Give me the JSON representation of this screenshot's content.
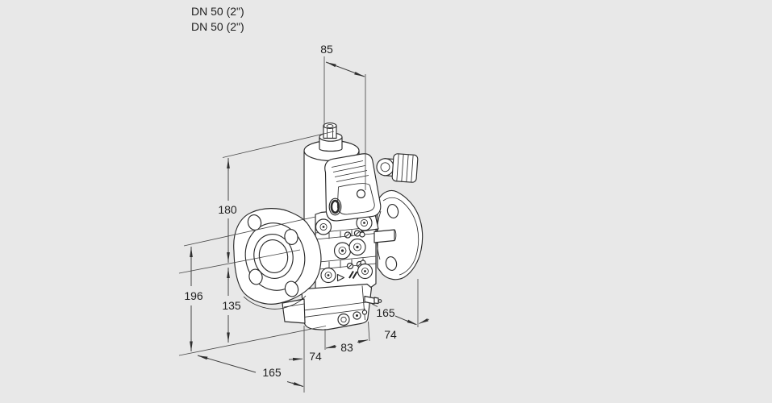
{
  "page": {
    "background": "#e8e8e8",
    "drawing_line_color": "#2b2b2b",
    "dimension_line_color": "#3f3f3f",
    "text_color": "#1f1f1f",
    "description": "Isometric dimension drawing of a flanged gas solenoid valve"
  },
  "header": {
    "line1": "DN 50 (2\")",
    "line2": "DN 50 (2\")"
  },
  "dims": {
    "d85": "85",
    "d180": "180",
    "d196": "196",
    "d135": "135",
    "d165_left": "165",
    "d74_left": "74",
    "d83": "83",
    "d165_right": "165",
    "d74_right": "74"
  }
}
